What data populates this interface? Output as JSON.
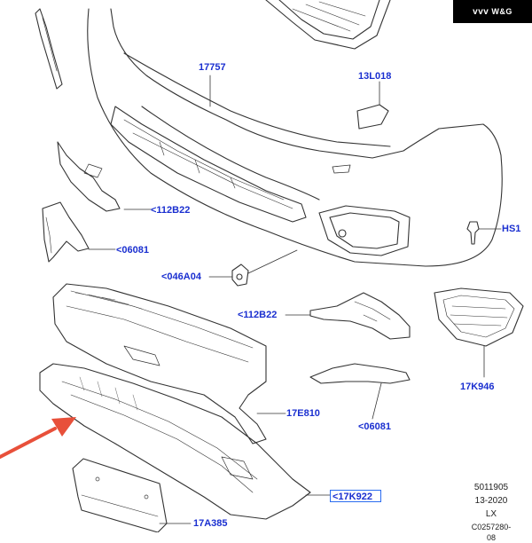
{
  "watermark": {
    "logo_glyph": "vvv",
    "text": "W&G"
  },
  "callouts": [
    {
      "id": "17757",
      "text": "17757"
    },
    {
      "id": "13L018",
      "text": "13L018"
    },
    {
      "id": "112B22a",
      "text": "<112B22"
    },
    {
      "id": "06081a",
      "text": "<06081"
    },
    {
      "id": "HS1",
      "text": "HS1"
    },
    {
      "id": "046A04",
      "text": "<046A04"
    },
    {
      "id": "112B22b",
      "text": "<112B22"
    },
    {
      "id": "17K946",
      "text": "17K946"
    },
    {
      "id": "17E810",
      "text": "17E810"
    },
    {
      "id": "06081b",
      "text": "<06081"
    },
    {
      "id": "17K922",
      "text": "<17K922"
    },
    {
      "id": "17A385",
      "text": "17A385"
    }
  ],
  "meta": {
    "line1": "5011905",
    "line2": "13-2020",
    "line3": "LX",
    "line4": "C0257280-08"
  },
  "colors": {
    "callout": "#1a2fd0",
    "arrow": "#e8503a",
    "line": "#333333"
  }
}
